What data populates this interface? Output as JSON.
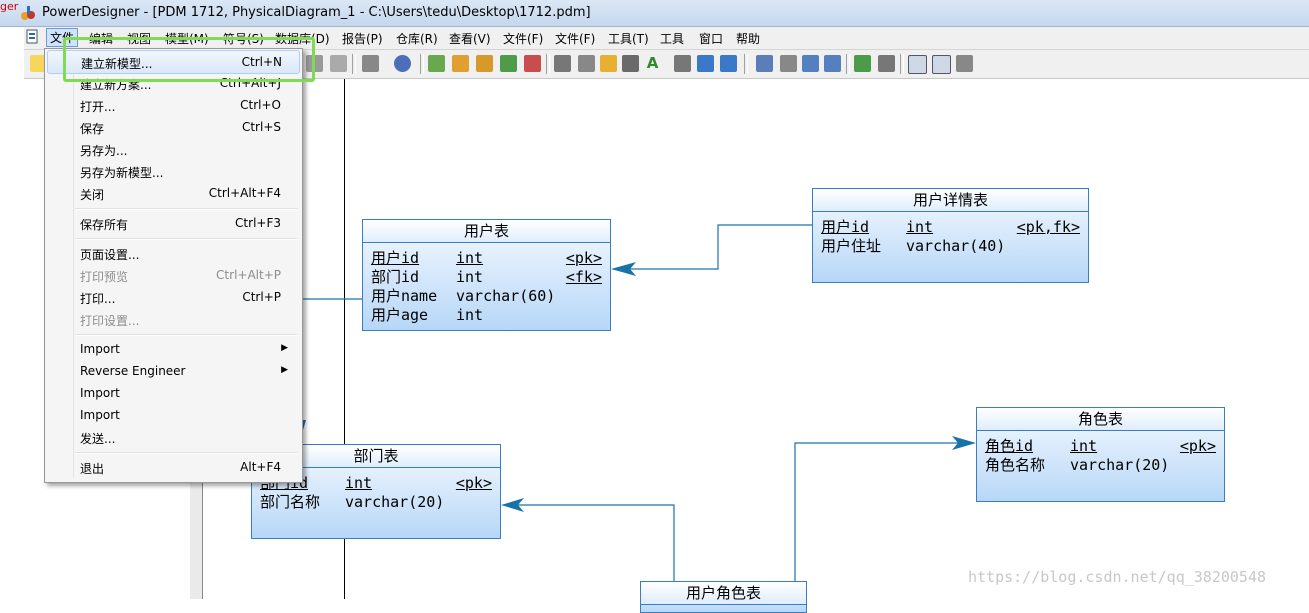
{
  "window": {
    "title": "PowerDesigner - [PDM 1712, PhysicalDiagram_1 - C:\\Users\\tedu\\Desktop\\1712.pdm]",
    "edge_text": "ger"
  },
  "menubar": [
    "文件",
    "编辑",
    "视图",
    "模型(M)",
    "符号(S)",
    "数据库(D)",
    "报告(P)",
    "仓库(R)",
    "查看(V)",
    "文件(F)",
    "文件(F)",
    "工具(T)",
    "工具",
    "窗口",
    "帮助"
  ],
  "dropdown": {
    "items": [
      {
        "label": "建立新模型...",
        "shortcut": "Ctrl+N"
      },
      {
        "label": "建立新方案...",
        "shortcut": "Ctrl+Alt+J"
      },
      {
        "label": "打开...",
        "shortcut": "Ctrl+O"
      },
      {
        "label": "保存",
        "shortcut": "Ctrl+S"
      },
      {
        "label": "另存为...",
        "shortcut": ""
      },
      {
        "label": "另存为新模型...",
        "shortcut": ""
      },
      {
        "label": "关闭",
        "shortcut": "Ctrl+Alt+F4"
      },
      {
        "label": "保存所有",
        "shortcut": "Ctrl+F3"
      },
      {
        "label": "页面设置...",
        "shortcut": ""
      },
      {
        "label": "打印预览",
        "shortcut": "Ctrl+Alt+P"
      },
      {
        "label": "打印...",
        "shortcut": "Ctrl+P"
      },
      {
        "label": "打印设置...",
        "shortcut": ""
      },
      {
        "label": "Import",
        "shortcut": ""
      },
      {
        "label": "Reverse Engineer",
        "shortcut": ""
      },
      {
        "label": "Import",
        "shortcut": ""
      },
      {
        "label": "Import",
        "shortcut": ""
      },
      {
        "label": "发送...",
        "shortcut": ""
      },
      {
        "label": "退出",
        "shortcut": "Alt+F4"
      }
    ]
  },
  "tables": {
    "user": {
      "title": "用户表",
      "rows": [
        [
          "用户id",
          "int",
          "<pk>"
        ],
        [
          "部门id",
          "int",
          "<fk>"
        ],
        [
          "用户name",
          "varchar(60)",
          ""
        ],
        [
          "用户age",
          "int",
          ""
        ]
      ]
    },
    "user_detail": {
      "title": "用户详情表",
      "rows": [
        [
          "用户id",
          "int",
          "<pk,fk>"
        ],
        [
          "用户住址",
          "varchar(40)",
          ""
        ]
      ]
    },
    "role": {
      "title": "角色表",
      "rows": [
        [
          "角色id",
          "int",
          "<pk>"
        ],
        [
          "角色名称",
          "varchar(20)",
          ""
        ]
      ]
    },
    "dept": {
      "title": "部门表",
      "rows": [
        [
          "部门id",
          "int",
          "<pk>"
        ],
        [
          "部门名称",
          "varchar(20)",
          ""
        ]
      ]
    },
    "user_role": {
      "title": "用户角色表"
    }
  },
  "watermark": "https://blog.csdn.net/qq_38200548",
  "colors": {
    "table_border": "#3a7ebf",
    "link": "#1a73a8",
    "highlight": "#7ddc51"
  }
}
